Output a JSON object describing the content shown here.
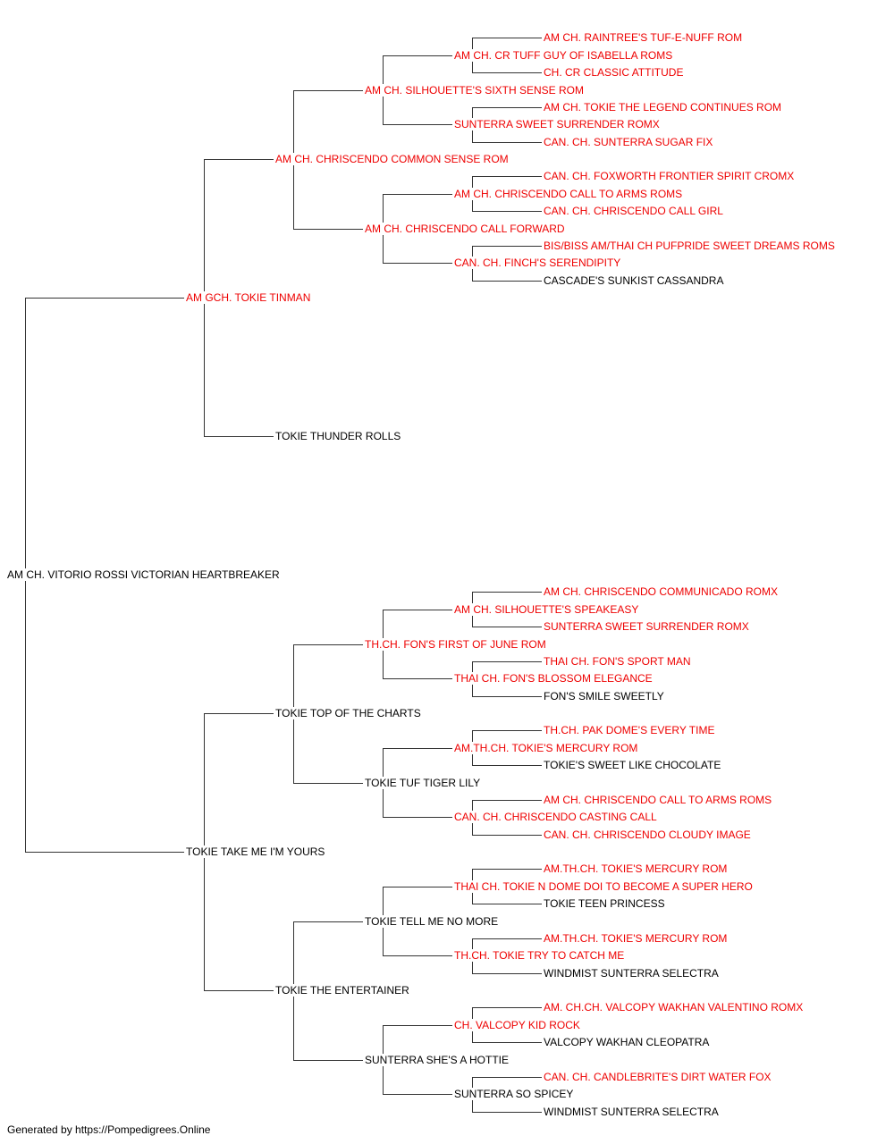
{
  "colors": {
    "champion": "#ee0000",
    "normal": "#000000",
    "line": "#333333"
  },
  "footer": "Generated by https://Pompedigrees.Online",
  "pedigree": {
    "name": "AM CH. VITORIO ROSSI VICTORIAN HEARTBREAKER",
    "titled": false,
    "sire": {
      "name": "AM GCH. TOKIE TINMAN",
      "titled": true,
      "sire": {
        "name": "AM CH. CHRISCENDO COMMON SENSE ROM",
        "titled": true,
        "sire": {
          "name": "AM CH. SILHOUETTE'S SIXTH SENSE ROM",
          "titled": true,
          "sire": {
            "name": "AM CH. CR TUFF GUY OF ISABELLA ROMS",
            "titled": true,
            "sire": {
              "name": "AM CH. RAINTREE'S TUF-E-NUFF ROM",
              "titled": true
            },
            "dam": {
              "name": "CH. CR CLASSIC ATTITUDE",
              "titled": true
            }
          },
          "dam": {
            "name": "SUNTERRA SWEET SURRENDER ROMX",
            "titled": true,
            "sire": {
              "name": "AM CH. TOKIE THE LEGEND CONTINUES ROM",
              "titled": true
            },
            "dam": {
              "name": "CAN. CH. SUNTERRA SUGAR FIX",
              "titled": true
            }
          }
        },
        "dam": {
          "name": "AM CH. CHRISCENDO CALL FORWARD",
          "titled": true,
          "sire": {
            "name": "AM CH. CHRISCENDO CALL TO ARMS ROMS",
            "titled": true,
            "sire": {
              "name": "CAN. CH. FOXWORTH FRONTIER SPIRIT CROMX",
              "titled": true
            },
            "dam": {
              "name": "CAN. CH. CHRISCENDO CALL GIRL",
              "titled": true
            }
          },
          "dam": {
            "name": "CAN. CH. FINCH'S SERENDIPITY",
            "titled": true,
            "sire": {
              "name": "BIS/BISS AM/THAI CH PUFPRIDE SWEET DREAMS ROMS",
              "titled": true
            },
            "dam": {
              "name": "CASCADE'S SUNKIST CASSANDRA",
              "titled": false
            }
          }
        }
      },
      "dam": {
        "name": "TOKIE THUNDER ROLLS",
        "titled": false
      }
    },
    "dam": {
      "name": "TOKIE TAKE ME I'M YOURS",
      "titled": false,
      "sire": {
        "name": "TOKIE TOP OF THE CHARTS",
        "titled": false,
        "sire": {
          "name": "TH.CH. FON'S FIRST OF JUNE ROM",
          "titled": true,
          "sire": {
            "name": "AM CH. SILHOUETTE'S SPEAKEASY",
            "titled": true,
            "sire": {
              "name": "AM CH. CHRISCENDO COMMUNICADO ROMX",
              "titled": true
            },
            "dam": {
              "name": "SUNTERRA SWEET SURRENDER ROMX",
              "titled": true
            }
          },
          "dam": {
            "name": "THAI CH. FON'S BLOSSOM ELEGANCE",
            "titled": true,
            "sire": {
              "name": "THAI CH. FON'S SPORT MAN",
              "titled": true
            },
            "dam": {
              "name": "FON'S SMILE SWEETLY",
              "titled": false
            }
          }
        },
        "dam": {
          "name": "TOKIE TUF TIGER LILY",
          "titled": false,
          "sire": {
            "name": "AM.TH.CH. TOKIE'S MERCURY ROM",
            "titled": true,
            "sire": {
              "name": "TH.CH. PAK DOME'S EVERY TIME",
              "titled": true
            },
            "dam": {
              "name": "TOKIE'S SWEET LIKE CHOCOLATE",
              "titled": false
            }
          },
          "dam": {
            "name": "CAN. CH. CHRISCENDO CASTING CALL",
            "titled": true,
            "sire": {
              "name": "AM CH. CHRISCENDO CALL TO ARMS ROMS",
              "titled": true
            },
            "dam": {
              "name": "CAN. CH. CHRISCENDO CLOUDY IMAGE",
              "titled": true
            }
          }
        }
      },
      "dam": {
        "name": "TOKIE THE ENTERTAINER",
        "titled": false,
        "sire": {
          "name": "TOKIE TELL ME NO MORE",
          "titled": false,
          "sire": {
            "name": "THAI CH. TOKIE N DOME DOI TO BECOME A SUPER HERO",
            "titled": true,
            "sire": {
              "name": "AM.TH.CH. TOKIE'S MERCURY ROM",
              "titled": true
            },
            "dam": {
              "name": "TOKIE TEEN PRINCESS",
              "titled": false
            }
          },
          "dam": {
            "name": "TH.CH. TOKIE TRY TO CATCH ME",
            "titled": true,
            "sire": {
              "name": "AM.TH.CH. TOKIE'S MERCURY ROM",
              "titled": true
            },
            "dam": {
              "name": "WINDMIST SUNTERRA SELECTRA",
              "titled": false
            }
          }
        },
        "dam": {
          "name": "SUNTERRA SHE'S A HOTTIE",
          "titled": false,
          "sire": {
            "name": "CH. VALCOPY KID ROCK",
            "titled": true,
            "sire": {
              "name": "AM. CH.CH. VALCOPY WAKHAN VALENTINO ROMX",
              "titled": true
            },
            "dam": {
              "name": "VALCOPY WAKHAN CLEOPATRA",
              "titled": false
            }
          },
          "dam": {
            "name": "SUNTERRA SO SPICEY",
            "titled": false,
            "sire": {
              "name": "CAN. CH. CANDLEBRITE'S DIRT WATER FOX",
              "titled": true
            },
            "dam": {
              "name": "WINDMIST SUNTERRA SELECTRA",
              "titled": false
            }
          }
        }
      }
    }
  }
}
